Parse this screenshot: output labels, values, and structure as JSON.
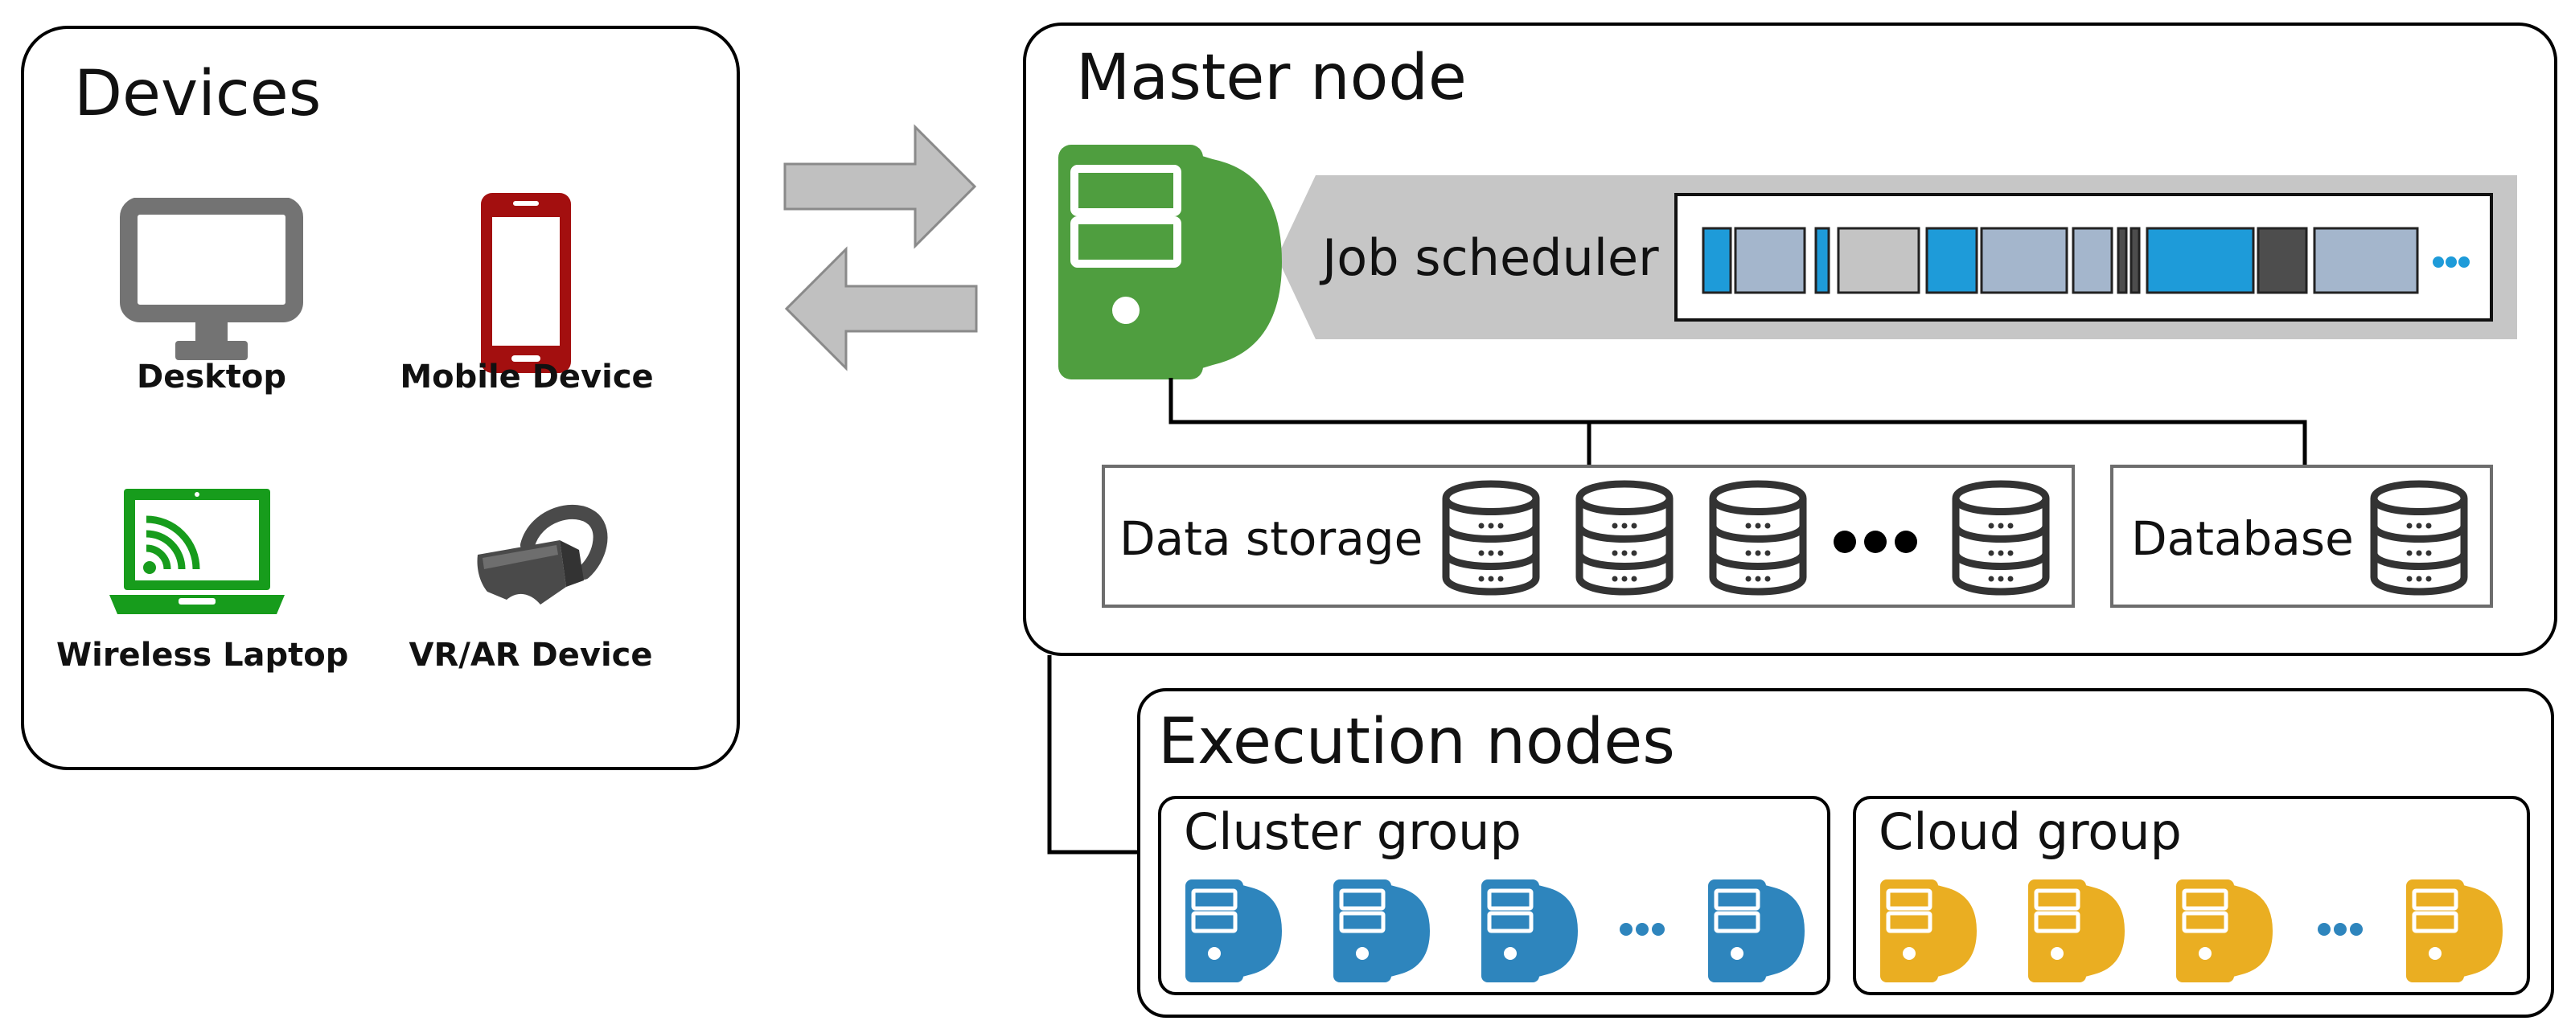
{
  "devices": {
    "title": "Devices",
    "items": [
      {
        "label": "Desktop",
        "icon": "desktop-icon",
        "color": "#737373"
      },
      {
        "label": "Mobile Device",
        "icon": "mobile-phone-icon",
        "color": "#a30f0f"
      },
      {
        "label": "Wireless Laptop",
        "icon": "wireless-laptop-icon",
        "color": "#179c1c"
      },
      {
        "label": "VR/AR Device",
        "icon": "vr-headset-icon",
        "color": "#4a4a4a"
      }
    ]
  },
  "arrows": {
    "color": "#c0c0c0",
    "right": "arrow-right-icon",
    "left": "arrow-left-icon"
  },
  "master": {
    "title": "Master node",
    "server_icon": "server-icon",
    "server_color": "#4f9e3f",
    "scheduler": {
      "label": "Job scheduler",
      "queue_colors": {
        "blue": "#1e9bd9",
        "light": "#a4b6cc",
        "gray": "#c4c4c4",
        "dark": "#4d4d4d"
      },
      "ellipsis_color": "#1e9bd9"
    },
    "data_storage": {
      "label": "Data storage",
      "icon": "database-icon"
    },
    "database": {
      "label": "Database",
      "icon": "database-icon"
    }
  },
  "execution": {
    "title": "Execution nodes",
    "cluster": {
      "title": "Cluster group",
      "color": "#2e85bd"
    },
    "cloud": {
      "title": "Cloud group",
      "color": "#eaae22"
    },
    "ellipsis_color": "#2e85bd"
  }
}
